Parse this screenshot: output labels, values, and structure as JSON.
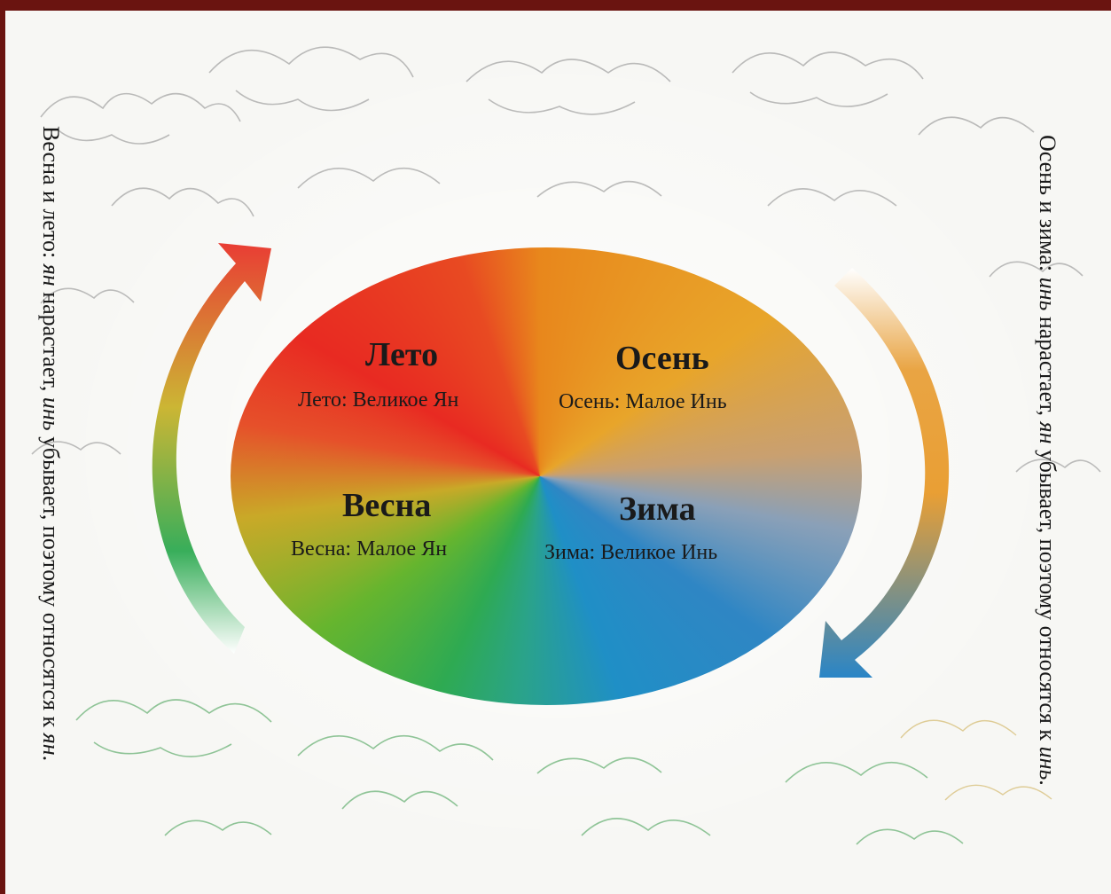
{
  "seasons": {
    "summer": {
      "title": "Лето",
      "subtitle": "Лето: Великое Ян"
    },
    "autumn": {
      "title": "Осень",
      "subtitle": "Осень: Малое Инь"
    },
    "spring": {
      "title": "Весна",
      "subtitle": "Весна: Малое Ян"
    },
    "winter": {
      "title": "Зима",
      "subtitle": "Зима: Великое Инь"
    }
  },
  "left_caption": {
    "part1": "Весна и лето: ",
    "yan1": "ян",
    "part2": " нарастает, ",
    "yin1": "инь",
    "part3": " убывает, поэтому относятся к ",
    "yan2": "ян",
    "end": "."
  },
  "right_caption": {
    "part1": "Осень и зима: ",
    "yin1": "инь",
    "part2": " нарастает, ",
    "yan1": "ян",
    "part3": " убывает, поэтому относятся к ",
    "yin2": "инь",
    "end": "."
  },
  "colors": {
    "frame": "#6a1410",
    "yang_arrow_top": "#e8332a",
    "yang_arrow_bottom": "#2eaa52",
    "yin_arrow_top": "#e88a2a",
    "yin_arrow_bottom": "#1f7fc4"
  }
}
